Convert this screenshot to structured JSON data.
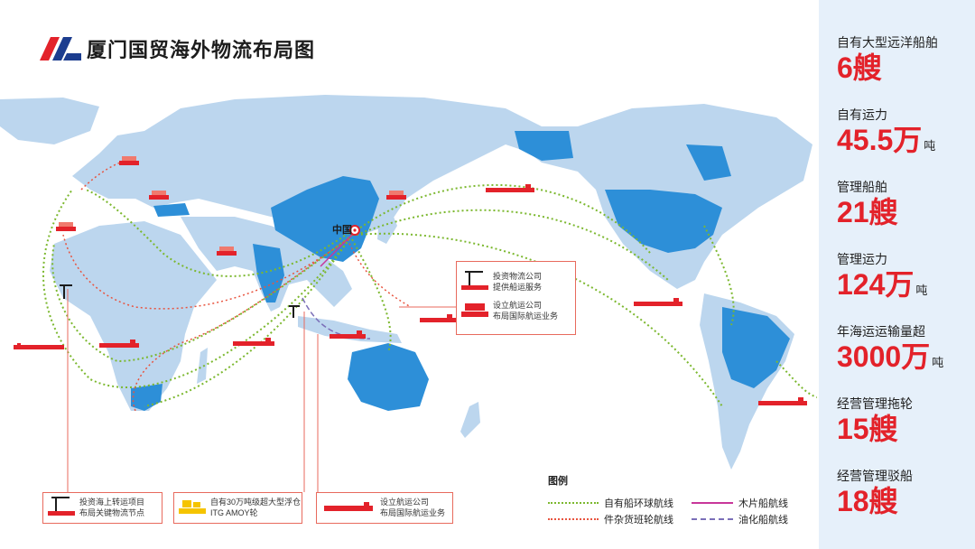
{
  "page": {
    "title": "厦门国贸海外物流布局图",
    "accent_color": "#e3222a",
    "land_color": "#bcd6ee",
    "highlight_land_color": "#2d8fd8"
  },
  "map": {
    "china_label": "中国",
    "icons": [
      "cargo-ship-icon",
      "container-ship-icon",
      "port-crane-icon",
      "floating-warehouse-icon",
      "china-origin-marker-icon"
    ]
  },
  "callouts": {
    "logistics_company": "投资物流公司",
    "shipping_service": "提供船运服务",
    "shipping_company": "设立航运公司",
    "intl_shipping": "布局国际航运业务",
    "transshipment_project": "投资海上转运项目",
    "logistics_node": "布局关键物流节点",
    "floating_warehouse": "自有30万吨级超大型浮仓",
    "itg_amoy": "ITG AMOY轮",
    "shipping_company_2": "设立航运公司",
    "intl_shipping_2": "布局国际航运业务"
  },
  "legend": {
    "title": "图例",
    "items": [
      {
        "label": "自有船环球航线",
        "color": "#7cb82f",
        "style": "dotted"
      },
      {
        "label": "件杂货班轮航线",
        "color": "#e8543f",
        "style": "dotted"
      },
      {
        "label": "木片船航线",
        "color": "#c8379a",
        "style": "arrow"
      },
      {
        "label": "油化船航线",
        "color": "#7b6fb8",
        "style": "dashed"
      }
    ]
  },
  "stats": [
    {
      "label": "自有大型远洋船舶",
      "value": "6艘",
      "unit": ""
    },
    {
      "label": "自有运力",
      "value": "45.5万",
      "unit": "吨"
    },
    {
      "label": "管理船舶",
      "value": "21艘",
      "unit": ""
    },
    {
      "label": "管理运力",
      "value": "124万",
      "unit": "吨"
    },
    {
      "label": "年海运运输量超",
      "value": "3000万",
      "unit": "吨"
    },
    {
      "label": "经营管理拖轮",
      "value": "15艘",
      "unit": ""
    },
    {
      "label": "经营管理驳船",
      "value": "18艘",
      "unit": ""
    }
  ]
}
